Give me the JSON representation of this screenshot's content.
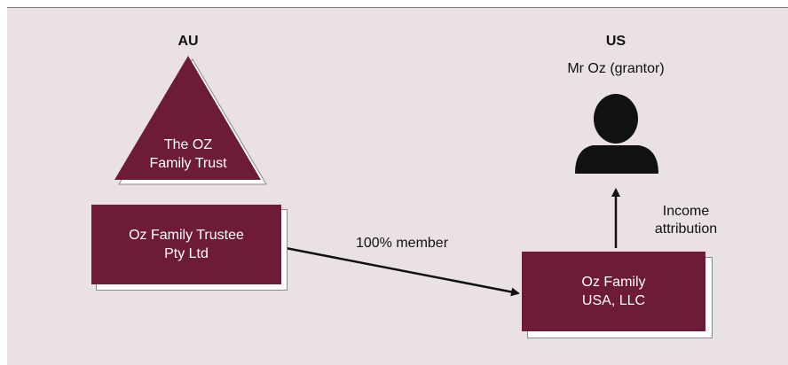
{
  "headings": {
    "au": "AU",
    "us": "US"
  },
  "trust": {
    "line1": "The OZ",
    "line2": "Family Trust"
  },
  "trustee": {
    "line1": "Oz Family Trustee",
    "line2": "Pty Ltd"
  },
  "llc": {
    "line1": "Oz Family",
    "line2": "USA, LLC"
  },
  "person": {
    "label": "Mr Oz (grantor)",
    "icon": "person-icon"
  },
  "edges": {
    "member_label": "100% member",
    "income_line1": "Income",
    "income_line2": "attribution"
  },
  "colors": {
    "background": "#e9e1e3",
    "node_fill": "#6e1b3a",
    "person_fill": "#111111",
    "arrow": "#111111"
  }
}
